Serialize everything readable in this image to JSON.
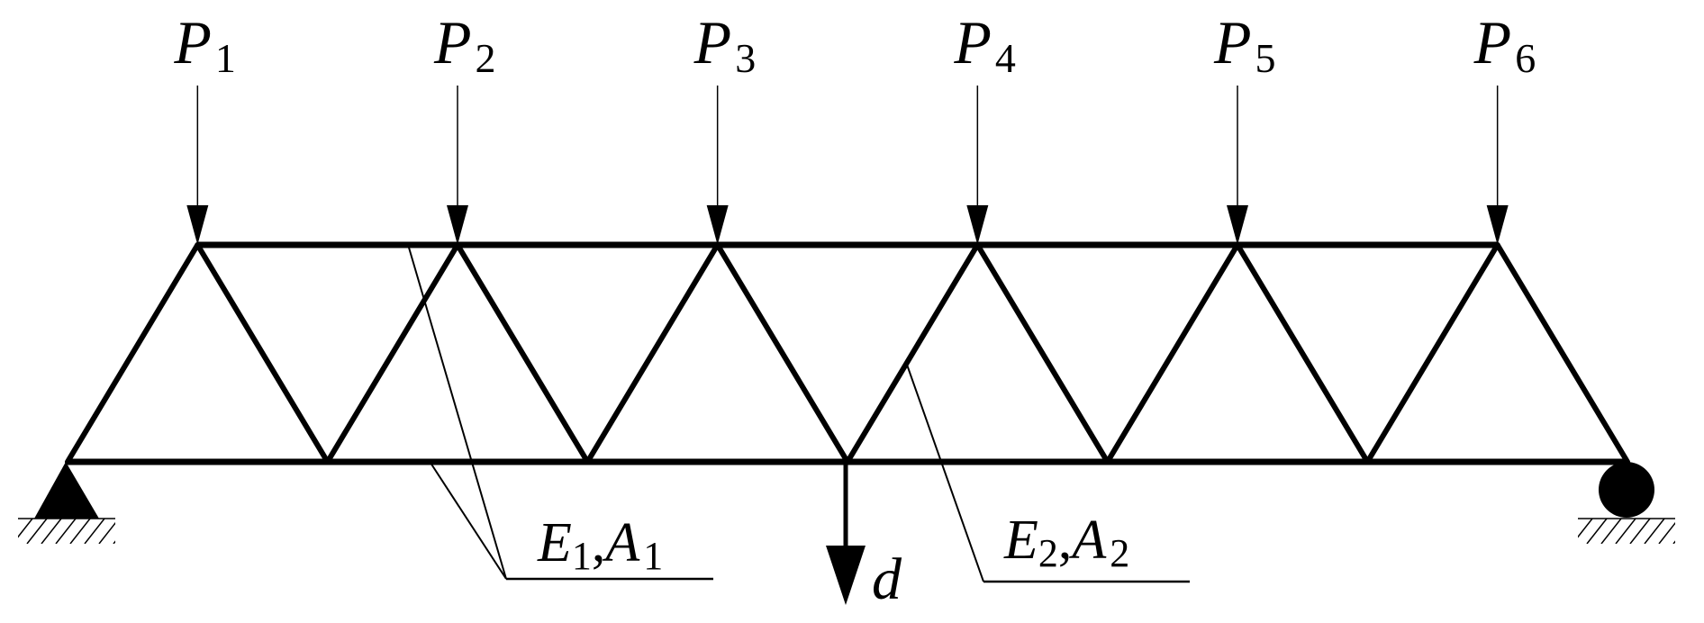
{
  "diagram": {
    "type": "truss",
    "description": "Simply supported Warren truss with six top-chord point loads",
    "colors": {
      "ink": "#000000",
      "background": "#ffffff"
    },
    "loads": [
      {
        "symbol": "P",
        "index": "1"
      },
      {
        "symbol": "P",
        "index": "2"
      },
      {
        "symbol": "P",
        "index": "3"
      },
      {
        "symbol": "P",
        "index": "4"
      },
      {
        "symbol": "P",
        "index": "5"
      },
      {
        "symbol": "P",
        "index": "6"
      }
    ],
    "top_nodes_count": 6,
    "bottom_nodes_count": 7,
    "supports": {
      "left": "pin-icon",
      "right": "roller-icon"
    },
    "member_labels": [
      {
        "E": "E",
        "E_index": "1",
        "sep": ",",
        "A": "A",
        "A_index": "1",
        "applies_to": "chords"
      },
      {
        "E": "E",
        "E_index": "2",
        "sep": ",",
        "A": "A",
        "A_index": "2",
        "applies_to": "diagonals"
      }
    ],
    "displacement": {
      "symbol": "d",
      "location": "mid-span bottom node"
    }
  }
}
